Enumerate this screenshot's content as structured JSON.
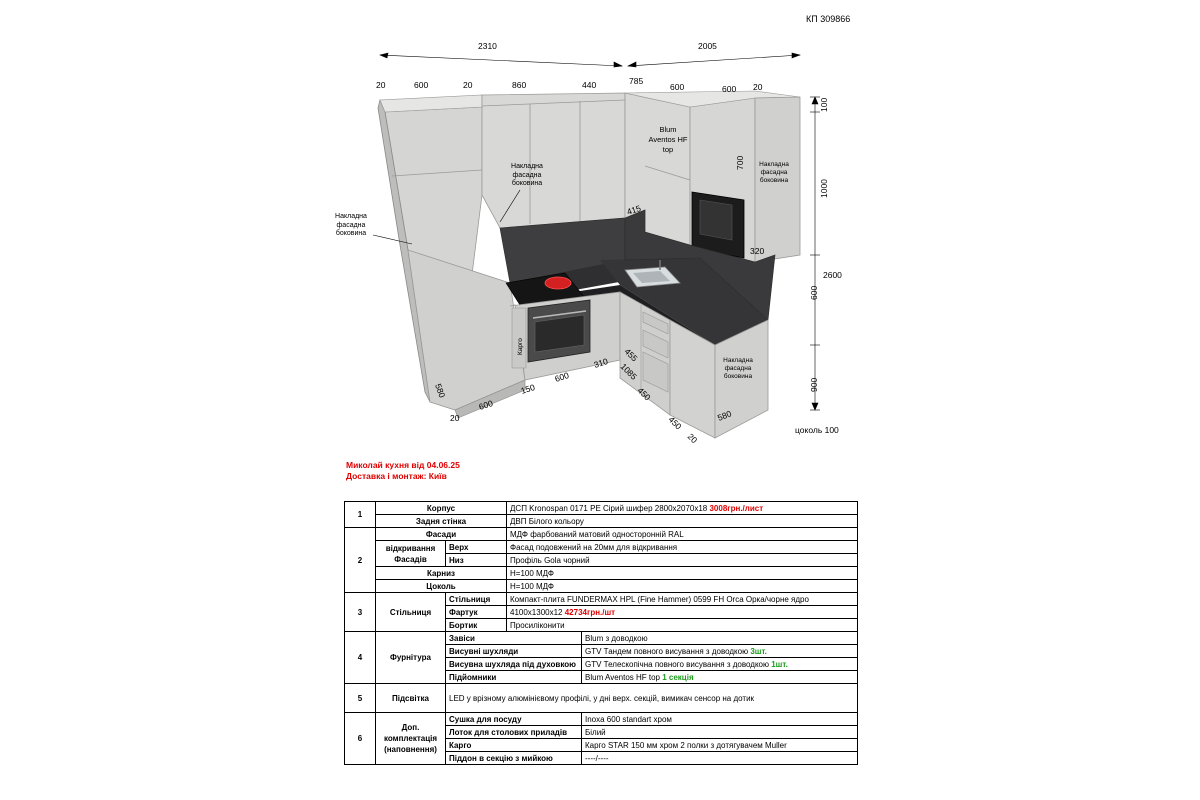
{
  "doc_code": "КП 309866",
  "drawing": {
    "dims": {
      "left_total": "2310",
      "right_total": "2005",
      "top_20a": "20",
      "top_600a": "600",
      "top_20b": "20",
      "top_860": "860",
      "top_440": "440",
      "top_785": "785",
      "top_600b": "600",
      "top_600c": "600",
      "top_20c": "20",
      "h_100": "100",
      "h_1000": "1000",
      "h_2600": "2600",
      "h_600": "600",
      "h_900": "900",
      "plinth": "цоколь 100",
      "d_700": "700",
      "d_415": "415",
      "d_320": "320",
      "d_455": "455",
      "b_580a": "580",
      "b_20a": "20",
      "b_600": "600",
      "b_150": "150",
      "b_600b": "600",
      "b_310": "310",
      "b_1085": "1085",
      "b_450a": "450",
      "b_450b": "450",
      "b_580b": "580",
      "b_20b": "20"
    },
    "labels": {
      "side_panel_left": "Накладна фасадна боковина",
      "side_panel_mid": "Накладна фасадна боковина",
      "side_panel_upper_right": "Накладна фасадна боковина",
      "side_panel_lower_right": "Накладна фасадна боковина",
      "lift": "Blum Aventos HF top",
      "cargo": "Карго"
    }
  },
  "title": {
    "line1": "Миколай кухня від 04.06.25",
    "line2": "Доставка і монтаж: Київ"
  },
  "spec": {
    "s1": {
      "num": "1",
      "body_label": "Корпус",
      "body_value": "ДСП Kronospan 0171 PE Сірий шифер 2800х2070х18",
      "body_price": "3008грн./лист",
      "back_label": "Задня стінка",
      "back_value": "ДВП Білого кольору"
    },
    "s2": {
      "num": "2",
      "facades_label": "Фасади",
      "facades_value": "МДФ фарбований матовий односторонній RAL",
      "opening_label": "відкривання Фасадів",
      "top_label": "Верх",
      "top_value": "Фасад подовжений на 20мм для відкривання",
      "bottom_label": "Низ",
      "bottom_value": "Профіль Gola чорний",
      "cornice_label": "Карниз",
      "cornice_value": "Н=100 МДФ",
      "plinth_label": "Цоколь",
      "plinth_value": "Н=100 МДФ"
    },
    "s3": {
      "num": "3",
      "category": "Стільниця",
      "worktop_label": "Стільниця",
      "splash_label": "Фартук",
      "edge_label": "Бортик",
      "worktop_value": "Компакт-плита FUNDERMAX HPL (Fine Hammer) 0599 FH Orca Орка/чорне ядро",
      "worktop_size": "4100х1300х12",
      "worktop_price": "42734грн./шт",
      "edge_value": "Просиліконити"
    },
    "s4": {
      "num": "4",
      "category": "Фурнітура",
      "hinges_label": "Завіси",
      "hinges_value": "Blum з доводкою",
      "drawers_label": "Висувні шухляди",
      "drawers_value": "GTV Тандем повного висування з доводкою",
      "drawers_qty": "3шт.",
      "oven_drawer_label": "Висувна шухляда під духовкою",
      "oven_drawer_value": "GTV Телескопічна повного висування з доводкою",
      "oven_drawer_qty": "1шт.",
      "lifts_label": "Підйомники",
      "lifts_value": "Blum Aventos HF top",
      "lifts_qty": "1 секція"
    },
    "s5": {
      "num": "5",
      "category": "Підсвітка",
      "value": "LED у врізному алюмінієвому профілі, у дні верх. секцій, вимикач сенсор на дотик"
    },
    "s6": {
      "num": "6",
      "category": "Доп. комплектація (наповнення)",
      "dryer_label": "Сушка для посуду",
      "dryer_value": "Inoxa 600 standart хром",
      "tray_label": "Лоток для столових приладів",
      "tray_value": "Білий",
      "cargo_label": "Карго",
      "cargo_value": "Карго STAR 150 мм хром 2 полки з дотягувачем Muller",
      "pallet_label": "Піддон в секцію з мийкою",
      "pallet_value": "----/----"
    }
  }
}
